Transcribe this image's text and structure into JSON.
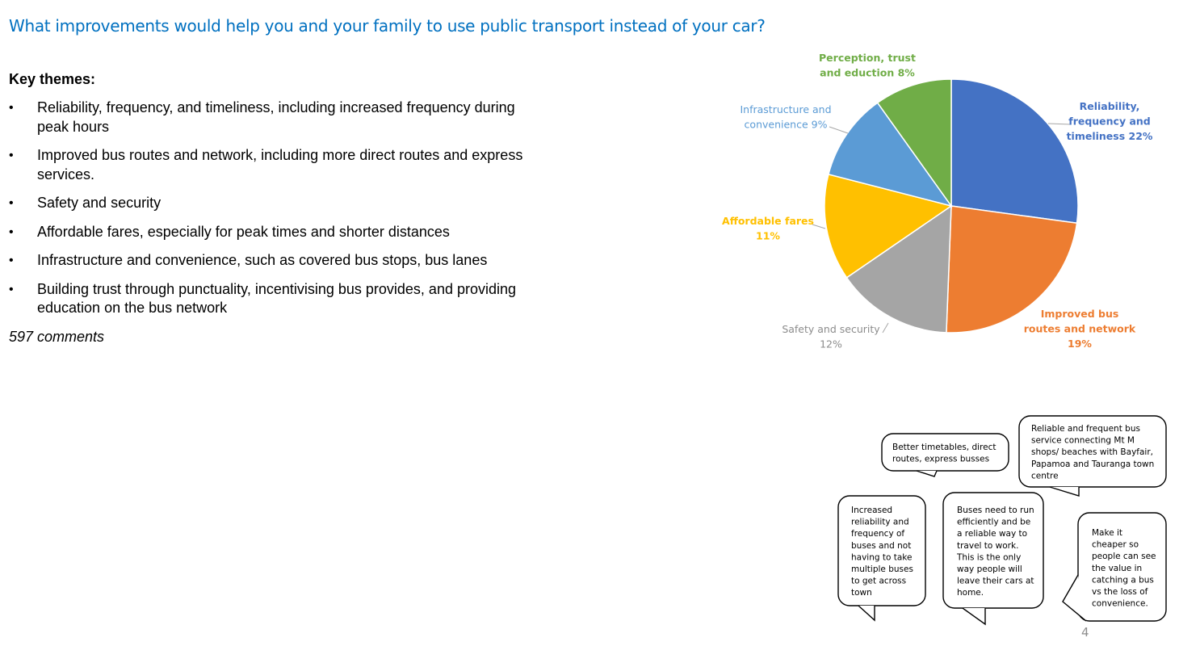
{
  "title": "What improvements would help you and your family to use public transport instead of your car?",
  "themes_heading": "Key themes:",
  "bullets": [
    {
      "line1": "Reliability, frequency, and timeliness, including increased frequency during",
      "line2": "peak hours"
    },
    {
      "line1": "Improved bus routes and network, including more direct routes and express",
      "line2": "services."
    },
    {
      "line1": "Safety and security",
      "line2": ""
    },
    {
      "line1": "Affordable fares, especially for peak times and shorter distances",
      "line2": ""
    },
    {
      "line1": "Infrastructure and convenience, such as covered bus stops, bus lanes",
      "line2": ""
    },
    {
      "line1": "Building trust through punctuality, incentivising bus provides, and providing",
      "line2": "education on the bus network"
    }
  ],
  "bullet_glyph": "•",
  "comments": "597 comments",
  "chart_data": {
    "type": "pie",
    "slices": [
      {
        "label_lines": [
          "Reliability,",
          "frequency and",
          "timeliness 22%"
        ],
        "value": 22,
        "color": "#4472C4",
        "bold": true
      },
      {
        "label_lines": [
          "Improved bus",
          "routes and network",
          "19%"
        ],
        "value": 19,
        "color": "#ED7D31",
        "bold": true
      },
      {
        "label_lines": [
          "Safety and security",
          "12%"
        ],
        "value": 12,
        "color": "#A5A5A5",
        "bold": false
      },
      {
        "label_lines": [
          "Affordable fares",
          "11%"
        ],
        "value": 11,
        "color": "#FFC000",
        "bold": true
      },
      {
        "label_lines": [
          "Infrastructure and",
          "convenience 9%"
        ],
        "value": 9,
        "color": "#5B9BD5",
        "bold": false
      },
      {
        "label_lines": [
          "Perception, trust",
          "and eduction 8%"
        ],
        "value": 8,
        "color": "#70AD47",
        "bold": true
      }
    ]
  },
  "quotes": [
    {
      "lines": [
        "Better timetables, direct",
        "routes, express busses"
      ]
    },
    {
      "lines": [
        "Reliable and frequent bus",
        "service connecting Mt M",
        "shops/ beaches with Bayfair,",
        "Papamoa and Tauranga town",
        "centre"
      ]
    },
    {
      "lines": [
        "Increased",
        "reliability and",
        "frequency of",
        "buses and not",
        "having to take",
        "multiple buses",
        "to get across",
        "town"
      ]
    },
    {
      "lines": [
        "Buses need to run",
        "efficiently and be",
        "a reliable way to",
        "travel to work.",
        "This is the only",
        "way people will",
        "leave their cars at",
        "home."
      ]
    },
    {
      "lines": [
        "Make it",
        "cheaper so",
        "people can see",
        "the value in",
        "catching a bus",
        "vs the loss of",
        "convenience."
      ]
    }
  ],
  "page_number": "4"
}
